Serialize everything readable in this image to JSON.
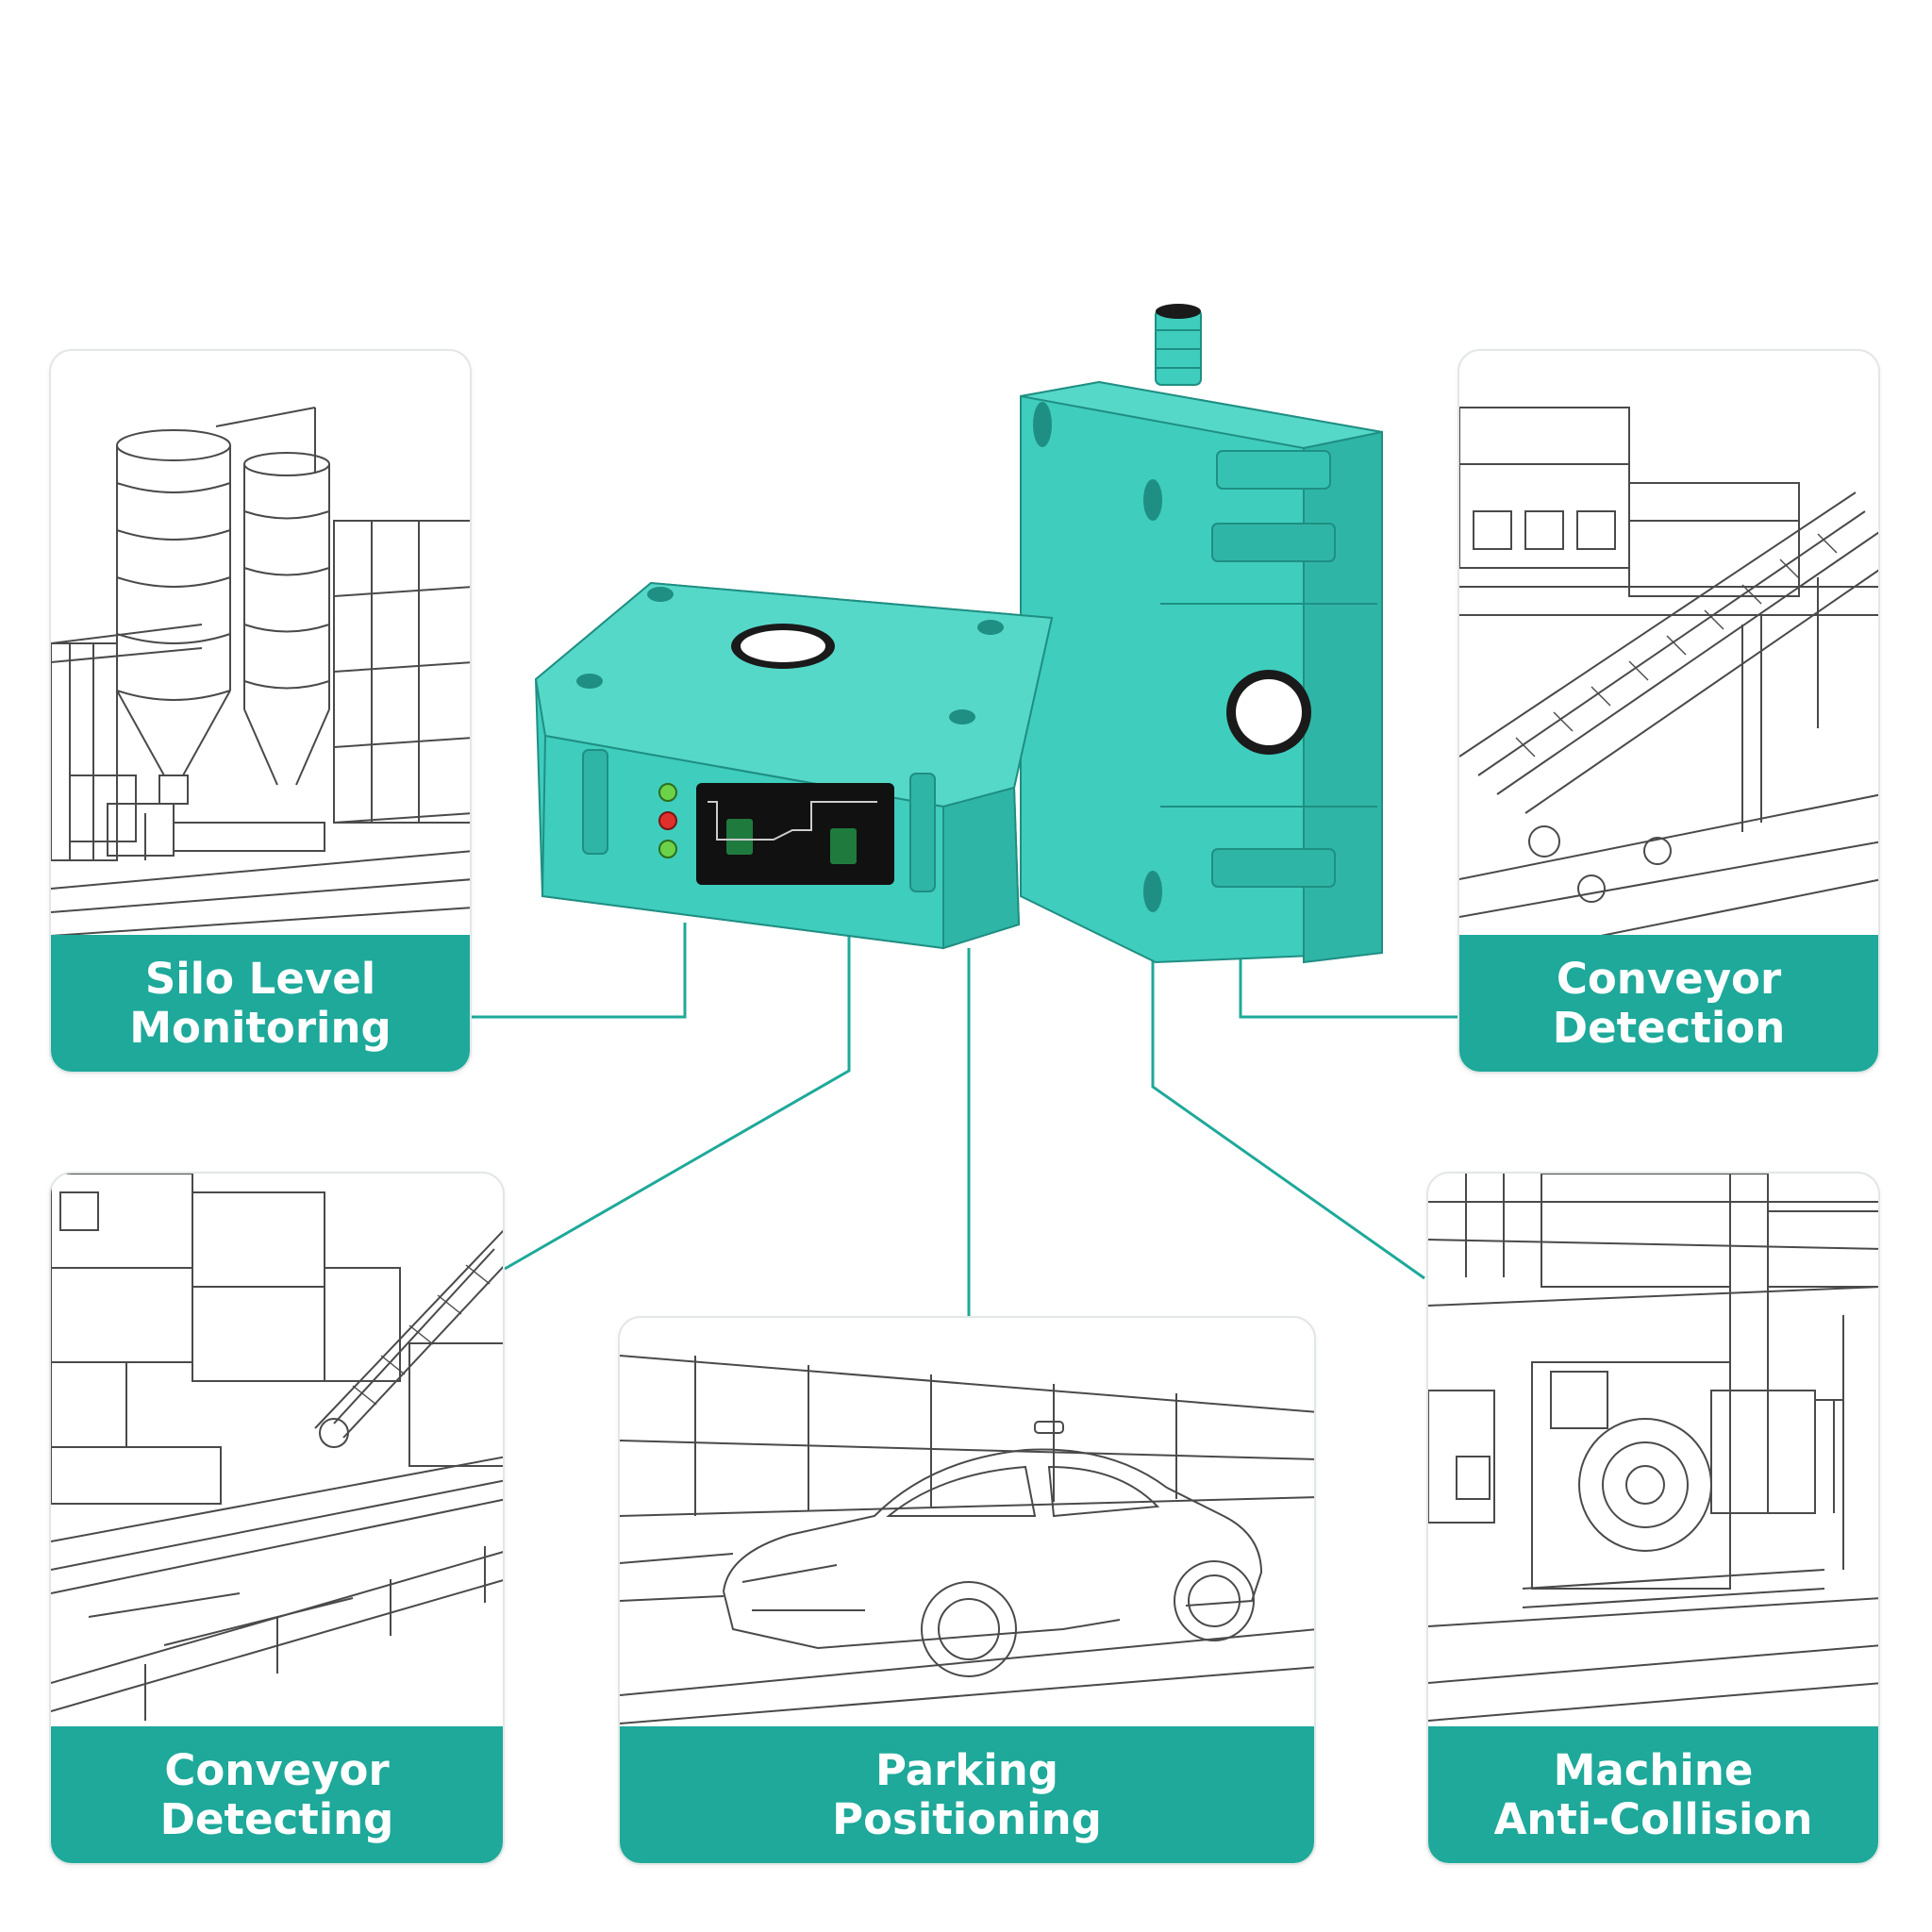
{
  "colors": {
    "accent": "#1ea99a",
    "sensor_body": "#3fcdbd",
    "sensor_shade": "#2fb5a6",
    "line": "#1ea99a",
    "sketch": "#4a4a4a"
  },
  "applications": [
    {
      "line1": "Silo Level",
      "line2": "Monitoring",
      "scene": "silo"
    },
    {
      "line1": "Conveyor",
      "line2": "Detection",
      "scene": "inclined-conveyor"
    },
    {
      "line1": "Conveyor",
      "line2": "Detecting",
      "scene": "factory-conveyor"
    },
    {
      "line1": "Parking",
      "line2": "Positioning",
      "scene": "car"
    },
    {
      "line1": "Machine",
      "line2": "Anti-Collision",
      "scene": "machine"
    }
  ]
}
